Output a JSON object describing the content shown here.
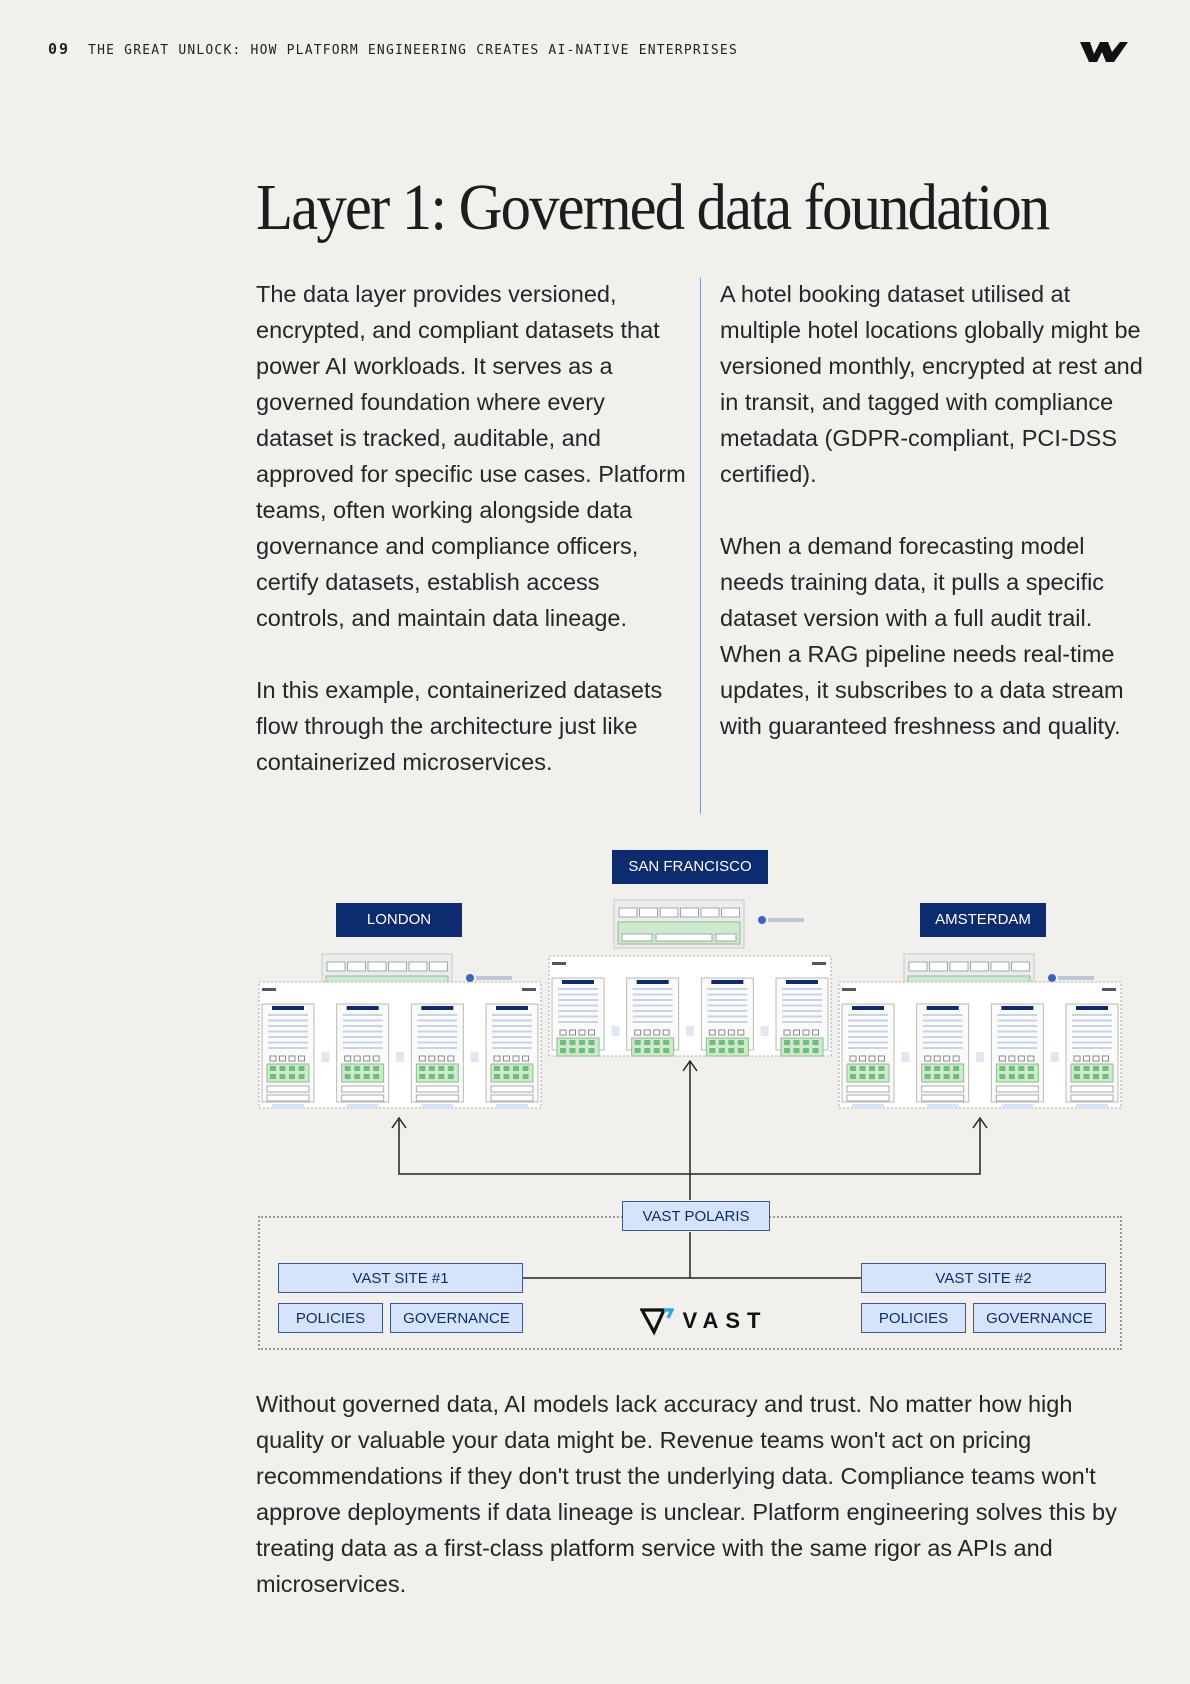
{
  "header": {
    "page_number": "09",
    "title": "THE GREAT UNLOCK: HOW PLATFORM ENGINEERING CREATES AI-NATIVE ENTERPRISES"
  },
  "heading": "Layer 1: Governed data foundation",
  "left_column": {
    "p1": "The data layer provides versioned, encrypted, and compliant datasets that power AI workloads. It serves as a governed foundation where every dataset is tracked, auditable, and approved for specific use cases. Platform teams, often working alongside data governance and compliance officers, certify datasets, establish access controls, and maintain data lineage.",
    "p2": "In this example, containerized datasets flow through the architecture just like containerized microservices."
  },
  "right_column": {
    "p1": " A hotel booking dataset utilised at multiple hotel locations globally might be versioned monthly, encrypted at rest and in transit, and tagged with compliance metadata (GDPR-compliant, PCI-DSS certified).",
    "p2": "When a demand forecasting model needs training data, it pulls a specific dataset version with a full audit trail. When a RAG pipeline needs real-time updates, it subscribes to a data stream with guaranteed freshness and quality."
  },
  "diagram": {
    "sites": {
      "san_francisco": "SAN FRANCISCO",
      "london": "LONDON",
      "amsterdam": "AMSTERDAM"
    },
    "polaris": "VAST POLARIS",
    "site1": {
      "title": "VAST SITE #1",
      "policies": "POLICIES",
      "governance": "GOVERNANCE"
    },
    "site2": {
      "title": "VAST SITE #2",
      "policies": "POLICIES",
      "governance": "GOVERNANCE"
    },
    "brand": "VAST",
    "colors": {
      "label_bg": "#0d2b6f",
      "box_bg": "#d6e4fb",
      "node_green": "#cfe9cf"
    }
  },
  "bottom_paragraph": "Without governed data, AI models lack accuracy and trust. No matter how high quality or valuable your data might be. Revenue teams won't act on pricing recommendations if they don't trust the underlying data. Compliance teams won't approve deployments if data lineage is unclear. Platform engineering solves this by treating data as a first-class platform service with the same rigor as APIs and microservices."
}
